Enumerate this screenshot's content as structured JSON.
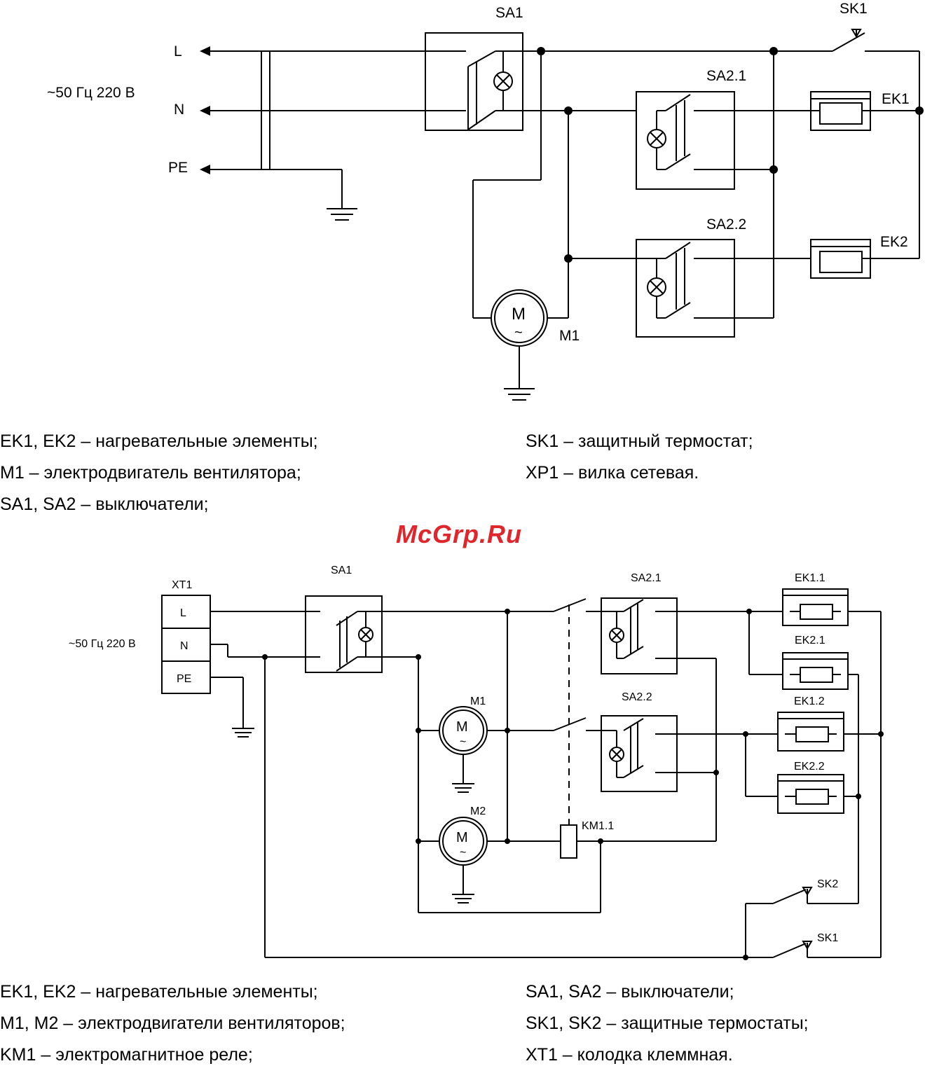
{
  "diagram1": {
    "supply": "~50 Гц 220 В",
    "terminals": [
      "L",
      "N",
      "PE"
    ],
    "components": {
      "sa1": "SA1",
      "sk1": "SK1",
      "sa21": "SA2.1",
      "sa22": "SA2.2",
      "ek1": "EK1",
      "ek2": "EK2",
      "motor_symbol": "M",
      "motor_tilde": "~",
      "m1": "M1"
    },
    "legend_left": [
      "EK1, EK2 – нагревательные элементы;",
      "M1 – электродвигатель вентилятора;",
      "SA1, SA2 – выключатели;"
    ],
    "legend_right": [
      "SK1 – защитный термостат;",
      "XP1 – вилка сетевая."
    ]
  },
  "watermark": "McGrp.Ru",
  "diagram2": {
    "supply": "~50 Гц 220 В",
    "xt1": "XT1",
    "terminals": [
      "L",
      "N",
      "PE"
    ],
    "components": {
      "sa1": "SA1",
      "sa21": "SA2.1",
      "sa22": "SA2.2",
      "ek11": "EK1.1",
      "ek21": "EK2.1",
      "ek12": "EK1.2",
      "ek22": "EK2.2",
      "m1": "M1",
      "m2": "M2",
      "motor_symbol": "M",
      "motor_tilde": "~",
      "km11": "KM1.1",
      "sk2": "SK2",
      "sk1": "SK1"
    },
    "legend_left": [
      "EK1, EK2 – нагревательные элементы;",
      "M1, M2 – электродвигатели вентиляторов;",
      "KM1 – электромагнитное реле;"
    ],
    "legend_right": [
      "SA1, SA2 – выключатели;",
      "SK1, SK2 – защитные термостаты;",
      "XT1 – колодка клеммная."
    ]
  }
}
